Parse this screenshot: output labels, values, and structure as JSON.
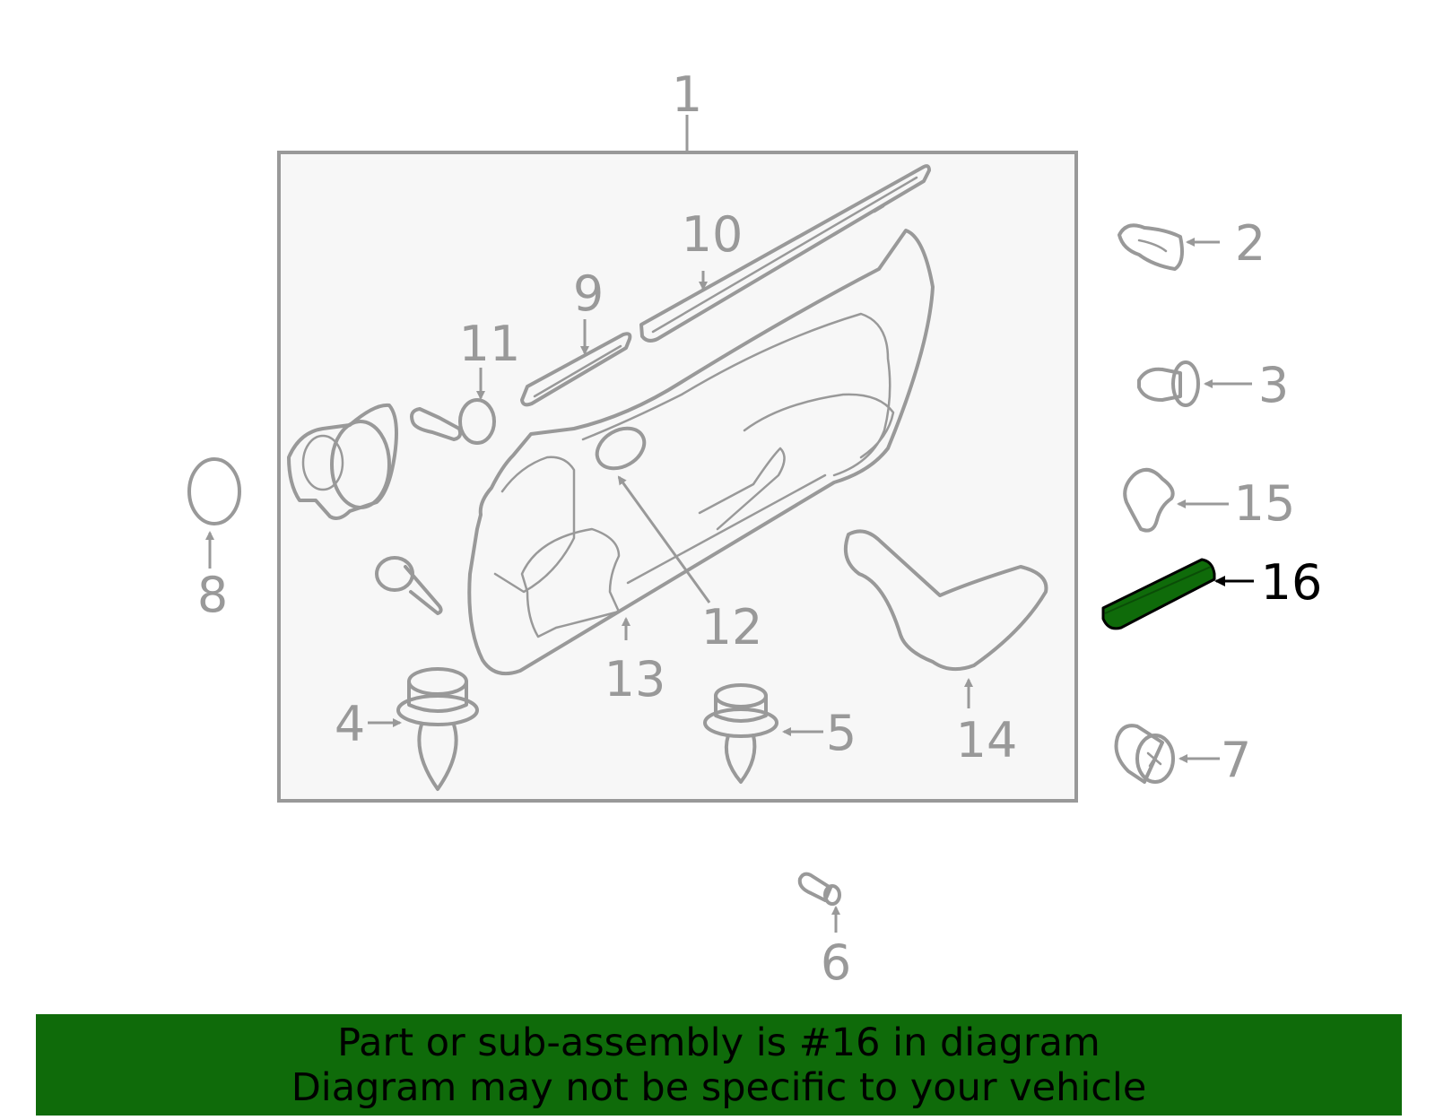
{
  "diagram": {
    "callouts": {
      "c1": "1",
      "c2": "2",
      "c3": "3",
      "c4": "4",
      "c5": "5",
      "c6": "6",
      "c7": "7",
      "c8": "8",
      "c9": "9",
      "c10": "10",
      "c11": "11",
      "c12": "12",
      "c13": "13",
      "c14": "14",
      "c15": "15",
      "c16": "16"
    },
    "highlighted_part": "16",
    "highlight_color": "#0f6b0a",
    "line_color": "#999999",
    "frame_fill": "#f7f7f7"
  },
  "banner": {
    "line1": "Part or sub-assembly is #16 in diagram",
    "line2": "Diagram may not be specific to your vehicle",
    "background": "#0f6b0a"
  }
}
